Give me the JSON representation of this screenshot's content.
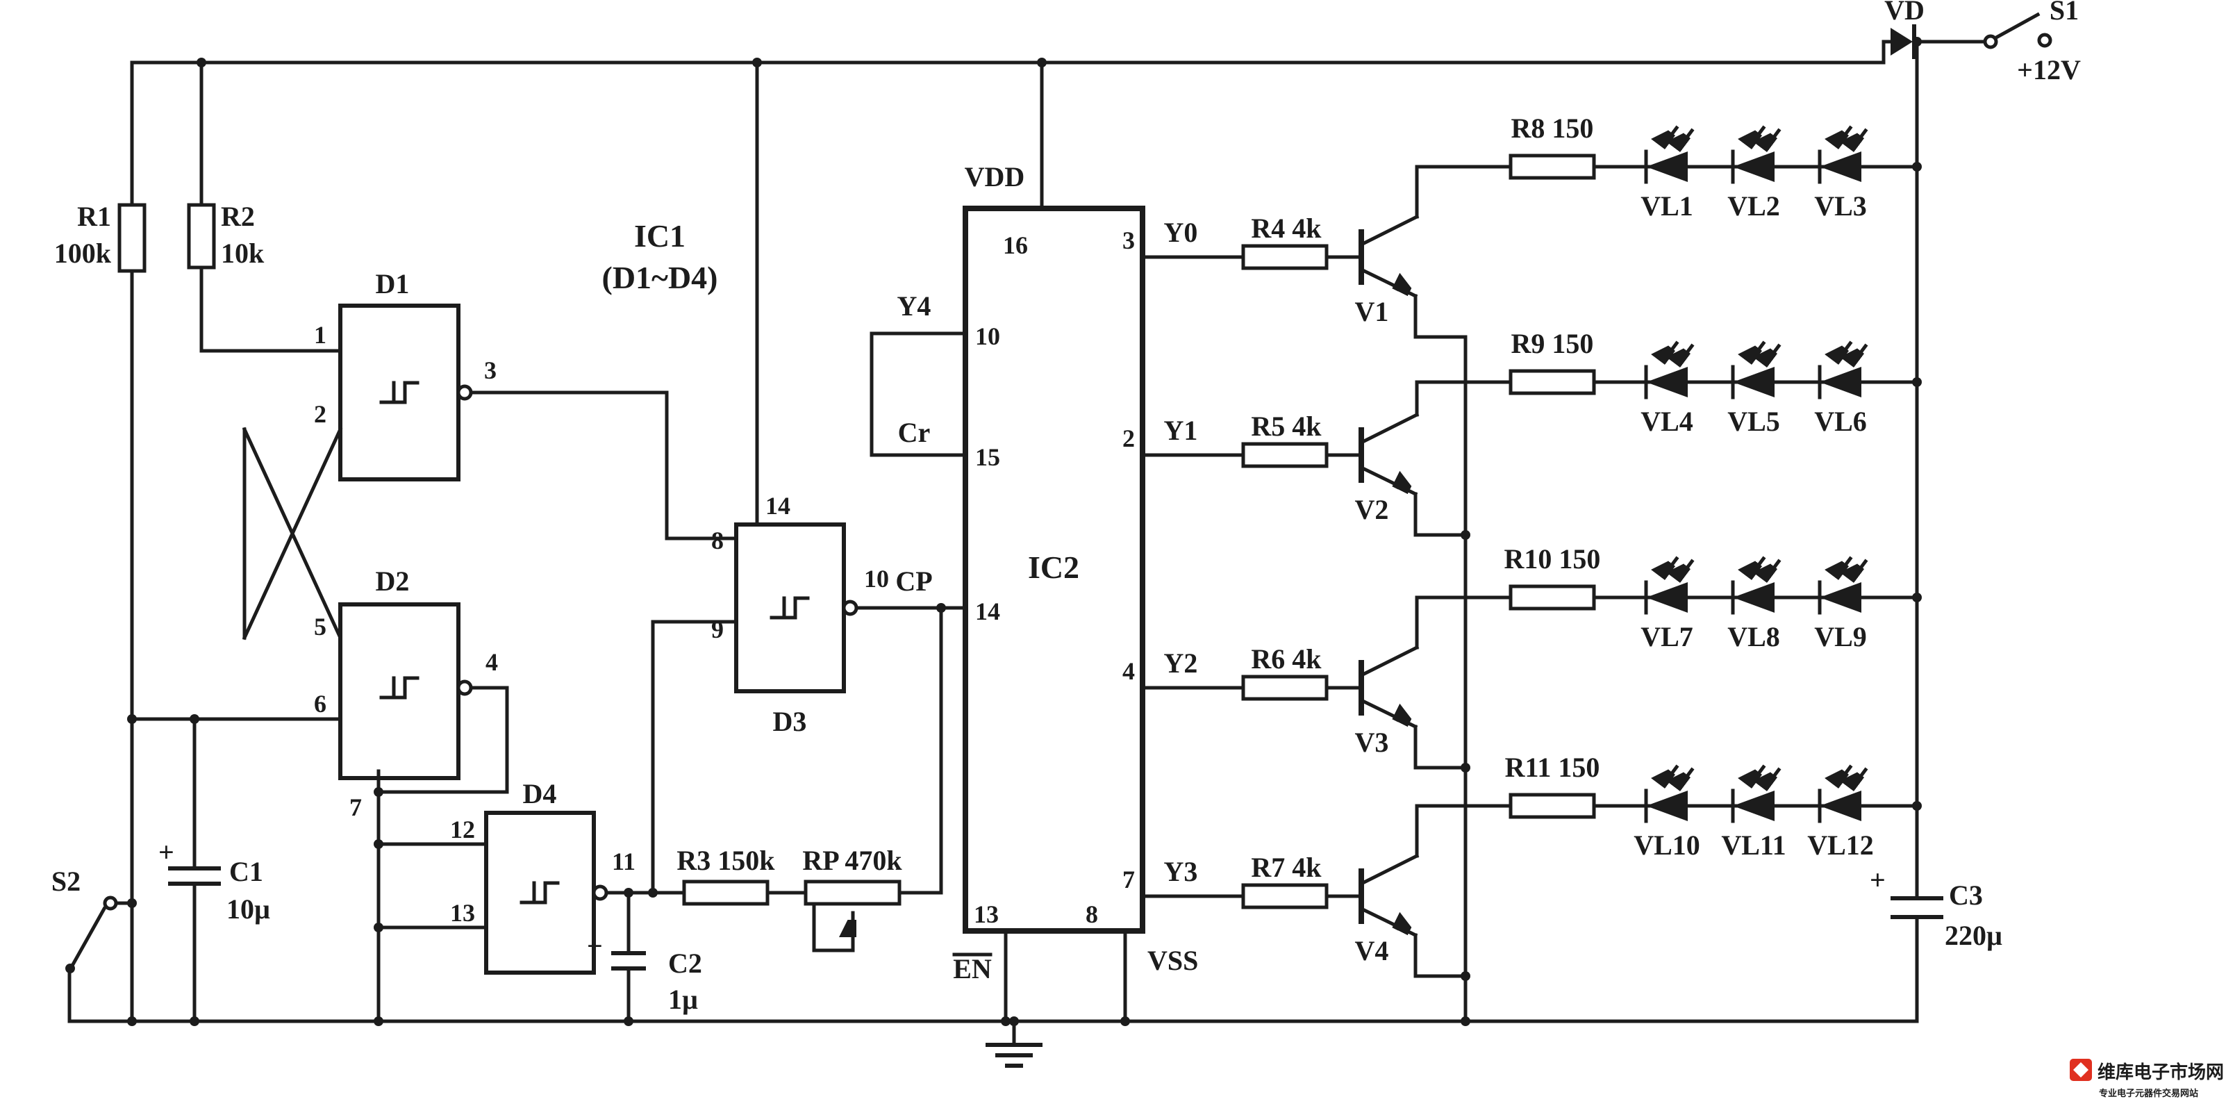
{
  "colors": {
    "ink": "#1c1c1c",
    "background": "#ffffff",
    "watermark_red": "#e03020"
  },
  "power": {
    "vd": "VD",
    "s1": "S1",
    "supply": "+12V",
    "s2": "S2"
  },
  "rc": {
    "r1": "R1",
    "r1_value": "100k",
    "r2": "R2",
    "r2_value": "10k",
    "r3": "R3  150k",
    "rp": "RP  470k",
    "r4": "R4  4k",
    "r5": "R5  4k",
    "r6": "R6  4k",
    "r7": "R7  4k",
    "r8": "R8  150",
    "r9": "R9  150",
    "r10": "R10  150",
    "r11": "R11  150",
    "c1": "C1",
    "c1_value": "10µ",
    "c2": "C2",
    "c2_value": "1µ",
    "c3": "C3",
    "c3_value": "220µ",
    "plus": "+"
  },
  "ic1": {
    "name": "IC1",
    "sub": "(D1~D4)",
    "d1": "D1",
    "d2": "D2",
    "d3": "D3",
    "d4": "D4",
    "pin1": "1",
    "pin2": "2",
    "pin3": "3",
    "pin4": "4",
    "pin5": "5",
    "pin6": "6",
    "pin7": "7",
    "pin8": "8",
    "pin9": "9",
    "pin10": "10",
    "pin11": "11",
    "pin12": "12",
    "pin13": "13",
    "pin14": "14"
  },
  "ic2": {
    "name": "IC2",
    "vdd": "VDD",
    "vss": "VSS",
    "en": "EN",
    "cp": "CP",
    "cr": "Cr",
    "y0": "Y0",
    "y1": "Y1",
    "y2": "Y2",
    "y3": "Y3",
    "y4": "Y4",
    "pin2": "2",
    "pin3": "3",
    "pin4": "4",
    "pin7": "7",
    "pin8": "8",
    "pin10": "10",
    "pin13": "13",
    "pin14": "14",
    "pin15": "15",
    "pin16": "16"
  },
  "transistors": {
    "v1": "V1",
    "v2": "V2",
    "v3": "V3",
    "v4": "V4"
  },
  "leds": {
    "vl1": "VL1",
    "vl2": "VL2",
    "vl3": "VL3",
    "vl4": "VL4",
    "vl5": "VL5",
    "vl6": "VL6",
    "vl7": "VL7",
    "vl8": "VL8",
    "vl9": "VL9",
    "vl10": "VL10",
    "vl11": "VL11",
    "vl12": "VL12"
  },
  "watermark": {
    "brand": "维库电子市场网",
    "tagline": "专业电子元器件交易网站"
  }
}
